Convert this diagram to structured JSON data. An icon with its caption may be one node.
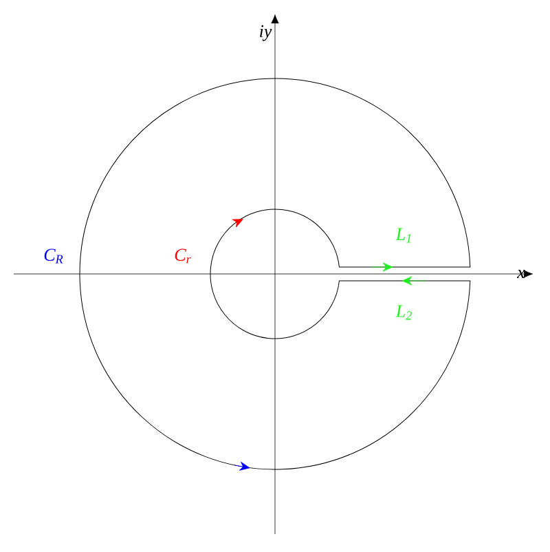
{
  "diagram": {
    "labels": [
      "iy",
      "x",
      "C$_{R}$",
      "C$_{r}$",
      "L$_{1}$",
      "L$_{2}$"
    ]
  }
}
